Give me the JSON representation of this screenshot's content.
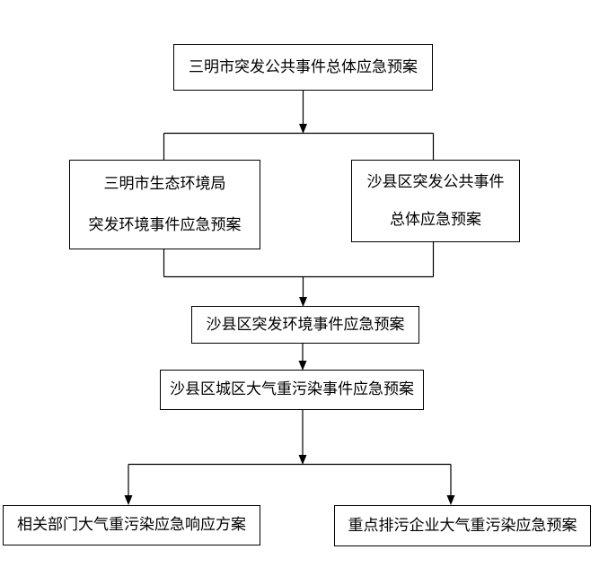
{
  "diagram": {
    "type": "flowchart",
    "background_color": "#ffffff",
    "line_color": "#000000",
    "text_color": "#000000",
    "nodes": [
      {
        "id": "sanming-overall",
        "label": "三明市突发公共事件总体应急预案"
      },
      {
        "id": "sanming-eco-env-bureau",
        "lines": [
          "三明市生态环境局",
          "突发环境事件应急预案"
        ]
      },
      {
        "id": "shaxian-overall",
        "lines": [
          "沙县区突发公共事件",
          "总体应急预案"
        ]
      },
      {
        "id": "shaxian-env-incident",
        "label": "沙县区突发环境事件应急预案"
      },
      {
        "id": "shaxian-urban-air",
        "label": "沙县区城区大气重污染事件应急预案"
      },
      {
        "id": "departments-response",
        "label": "相关部门大气重污染应急响应方案"
      },
      {
        "id": "key-polluters",
        "label": "重点排污企业大气重污染应急预案"
      }
    ],
    "edges": [
      {
        "from": "sanming-overall",
        "to": [
          "sanming-eco-env-bureau",
          "shaxian-overall"
        ]
      },
      {
        "from": [
          "sanming-eco-env-bureau",
          "shaxian-overall"
        ],
        "to": "shaxian-env-incident"
      },
      {
        "from": "shaxian-env-incident",
        "to": "shaxian-urban-air"
      },
      {
        "from": "shaxian-urban-air",
        "to": [
          "departments-response",
          "key-polluters"
        ]
      }
    ]
  }
}
